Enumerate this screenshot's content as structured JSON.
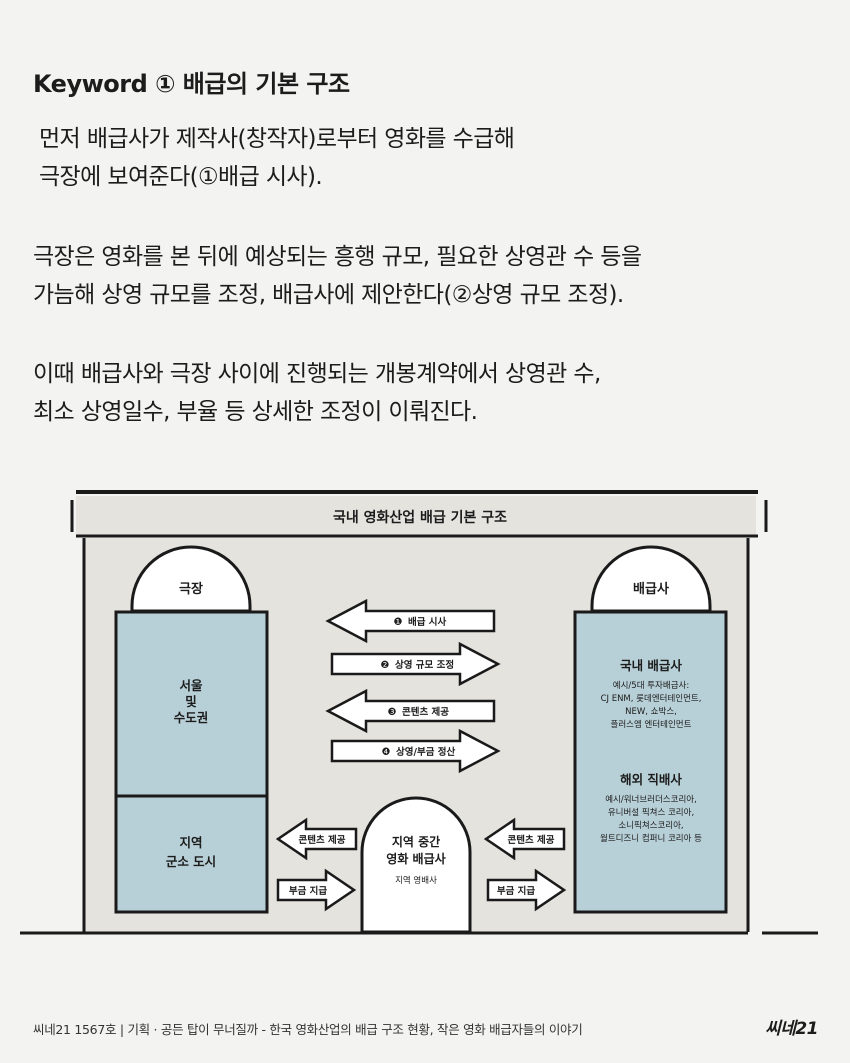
{
  "heading": "Keyword ① 배급의 기본 구조",
  "paragraphs": [
    [
      "먼저 배급사가 제작사(창작자)로부터 영화를 수급해",
      "극장에 보여준다(①배급 시사)."
    ],
    [
      "극장은 영화를 본 뒤에 예상되는 흥행 규모, 필요한 상영관 수 등을",
      "가늠해 상영 규모를 조정, 배급사에 제안한다(②상영 규모 조정)."
    ],
    [
      "이때 배급사와 극장 사이에 진행되는 개봉계약에서 상영관 수,",
      "최소 상영일수, 부율 등 상세한 조정이 이뤄진다."
    ]
  ],
  "diagram": {
    "title": "국내 영화산업 배급 기본 구조",
    "theater": {
      "arch_label": "극장",
      "box1": [
        "서울",
        "및",
        "수도권"
      ],
      "box2": [
        "지역",
        "군소 도시"
      ]
    },
    "distributor": {
      "arch_label": "배급사",
      "domestic_title": "국내 배급사",
      "domestic_lines": [
        "예시/5대 투자배급사:",
        "CJ ENM, 롯데엔터테인먼트,",
        "NEW, 쇼박스,",
        "플러스엠 엔터테인먼트"
      ],
      "foreign_title": "해외 직배사",
      "foreign_lines": [
        "예시/워너브러더스코리아,",
        "유니버설 픽쳐스 코리아,",
        "소니픽쳐스코리아,",
        "월트디즈니 컴퍼니 코리아 등"
      ]
    },
    "center_arrows": [
      {
        "num": "❶",
        "label": "배급 시사",
        "dir": "left"
      },
      {
        "num": "❷",
        "label": "상영 규모 조정",
        "dir": "right"
      },
      {
        "num": "❸",
        "label": "콘텐츠 제공",
        "dir": "left"
      },
      {
        "num": "❹",
        "label": "상영/부금 정산",
        "dir": "right"
      }
    ],
    "middle": {
      "lines": [
        "지역 중간",
        "영화 배급사"
      ],
      "sub": "지역 영배사"
    },
    "side_arrows": {
      "content": "콘텐츠 제공",
      "payment": "부금 지급"
    },
    "colors": {
      "building_fill": "#e4e3de",
      "box_fill": "#b7cfd6",
      "line": "#1a1a1a",
      "page_bg": "#f3f3f2"
    }
  },
  "footer": "씨네21 1567호 | 기획 · 공든 탑이 무너질까 - 한국 영화산업의 배급 구조 현황, 작은 영화 배급자들의 이야기",
  "logo": "씨네21"
}
